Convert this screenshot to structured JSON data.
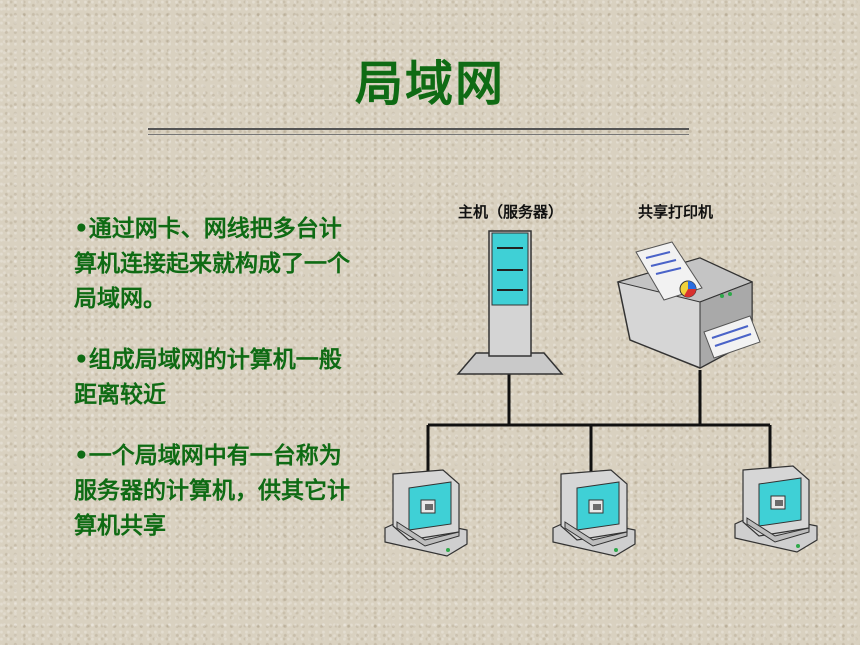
{
  "slide": {
    "title": "局域网",
    "bullets": [
      "•通过网卡、网线把多台计算机连接起来就构成了一个局域网。",
      "•组成局域网的计算机一般距离较近",
      "•一个局域网中有一台称为服务器的计算机，供其它计算机共享"
    ]
  },
  "diagram": {
    "server_label": "主机（服务器）",
    "printer_label": "共享打印机",
    "client_count": 3
  },
  "colors": {
    "title_text": "#0f6b14",
    "background": "#d9d1c0",
    "screen_cyan": "#3fd0d6"
  }
}
